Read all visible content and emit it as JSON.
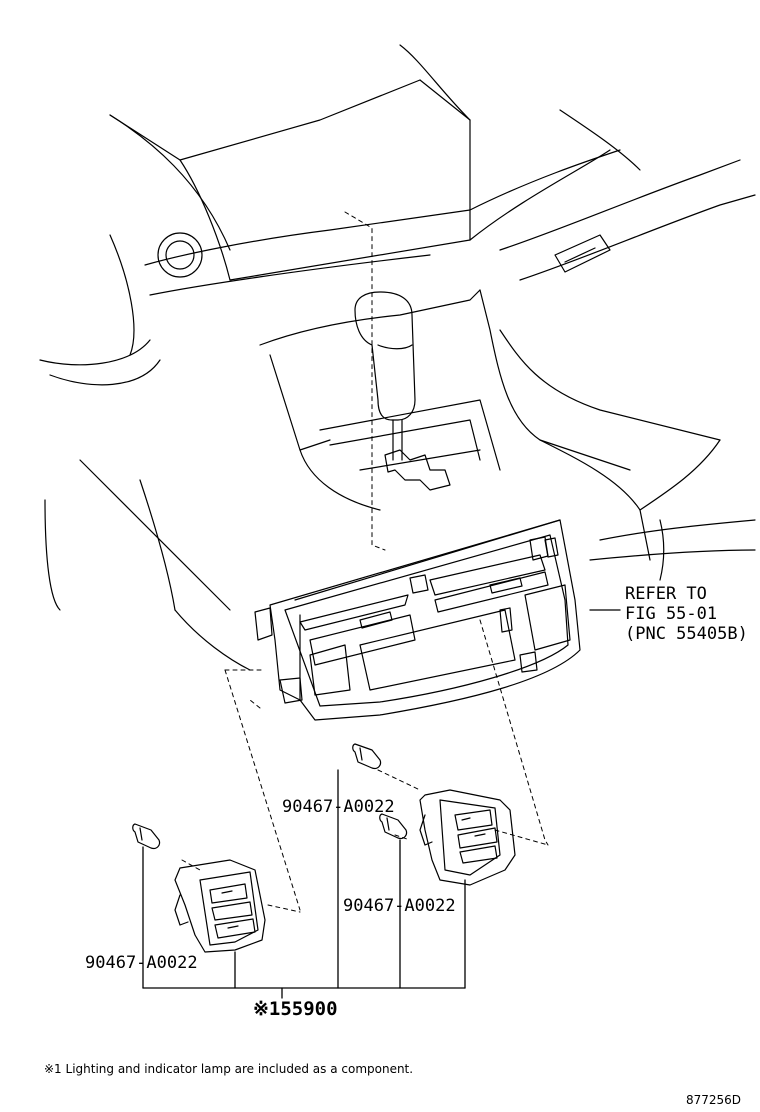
{
  "labels": {
    "refer": {
      "line1": "REFER TO",
      "line2": "FIG 55-01",
      "line3": "(PNC 55405B)"
    },
    "bulb_upper": "90467-A0022",
    "bulb_middle": "90467-A0022",
    "bulb_left": "90467-A0022",
    "main_part": "※155900"
  },
  "footnote": "※1 Lighting and indicator lamp are included as a component.",
  "figure_id": "877256D"
}
